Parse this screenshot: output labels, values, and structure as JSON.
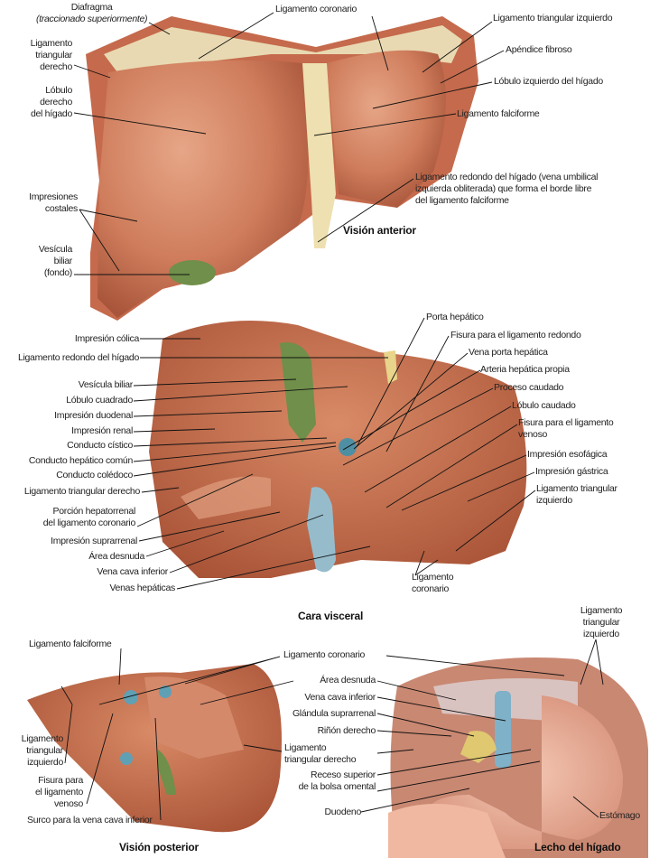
{
  "anterior": {
    "title": "Visión anterior",
    "diafragma": "Diafragma",
    "diafragma_note": "(traccionado superiormente)",
    "lig_coronario": "Ligamento coronario",
    "lig_tri_izq": "Ligamento triangular izquierdo",
    "lig_tri_der": [
      "Ligamento",
      "triangular",
      "derecho"
    ],
    "apendice": "Apéndice fibroso",
    "lobulo_der": [
      "Lóbulo",
      "derecho",
      "del hígado"
    ],
    "lobulo_izq": "Lóbulo izquierdo del hígado",
    "lig_falciforme": "Ligamento falciforme",
    "lig_redondo": [
      "Ligamento redondo del hígado (vena umbilical",
      "izquierda obliterada) que forma el borde libre",
      "del ligamento falciforme"
    ],
    "impresiones": [
      "Impresiones",
      "costales"
    ],
    "vesicula": [
      "Vesícula",
      "biliar",
      "(fondo)"
    ]
  },
  "visceral": {
    "title": "Cara visceral",
    "left": [
      "Impresión cólica",
      "Ligamento redondo del hígado",
      "Vesícula biliar",
      "Lóbulo cuadrado",
      "Impresión duodenal",
      "Impresión renal",
      "Conducto cístico",
      "Conducto hepático común",
      "Conducto colédoco",
      "Ligamento triangular derecho"
    ],
    "porcion": [
      "Porción hepatorrenal",
      "del ligamento coronario"
    ],
    "left2": [
      "Impresión suprarrenal",
      "Área desnuda",
      "Vena cava inferior",
      "Venas hepáticas"
    ],
    "right": [
      "Porta hepático",
      "Fisura para el ligamento redondo",
      "Vena porta hepática",
      "Arteria hepática propia",
      "Proceso caudado",
      "Lóbulo caudado"
    ],
    "fisura_venoso": [
      "Fisura para el ligamento",
      "venoso"
    ],
    "right2": [
      "Impresión esofágica",
      "Impresión gástrica"
    ],
    "lig_tri_izq": [
      "Ligamento triangular",
      "izquierdo"
    ],
    "lig_coronario": [
      "Ligamento",
      "coronario"
    ]
  },
  "posterior": {
    "title": "Visión posterior",
    "lig_falciforme": "Ligamento falciforme",
    "lig_tri_izq": [
      "Ligamento",
      "triangular",
      "izquierdo"
    ],
    "fisura": [
      "Fisura para",
      "el ligamento",
      "venoso"
    ],
    "surco": "Surco para la vena cava inferior"
  },
  "shared": {
    "lig_coronario": "Ligamento coronario",
    "area_desnuda": "Área desnuda",
    "vena_cava": "Vena cava inferior",
    "glandula": "Glándula suprarrenal",
    "rinon": "Riñón derecho",
    "lig_tri_der": [
      "Ligamento",
      "triangular derecho"
    ],
    "receso": [
      "Receso superior",
      "de la bolsa omental"
    ],
    "duodeno": "Duodeno"
  },
  "lecho": {
    "title": "Lecho del hígado",
    "lig_tri_izq": [
      "Ligamento",
      "triangular",
      "izquierdo"
    ],
    "estomago": "Estómago"
  },
  "colors": {
    "liver": "#c8704f",
    "liver_light": "#dc9a7a",
    "gallbladder": "#6f8f4a",
    "vein": "#8fb4c4",
    "ligament": "#efe3b8"
  }
}
